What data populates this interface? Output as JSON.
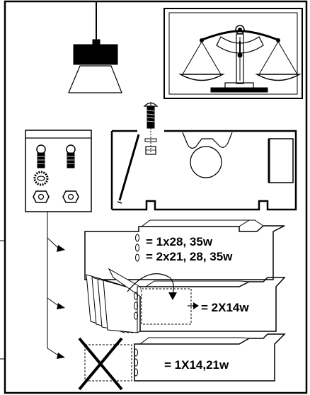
{
  "labels": {
    "option_1": "= 1x28, 35w",
    "option_2": "= 2x21, 28, 35w",
    "option_3": "= 2X14w",
    "option_4": "= 1X14,21w"
  },
  "colors": {
    "ink": "#000000",
    "paper": "#ffffff"
  },
  "icons": [
    "pendant-lamp-icon",
    "balance-scale-icon",
    "screw-icon",
    "hardware-bag-icon",
    "cross-icon",
    "arrow-icon"
  ]
}
